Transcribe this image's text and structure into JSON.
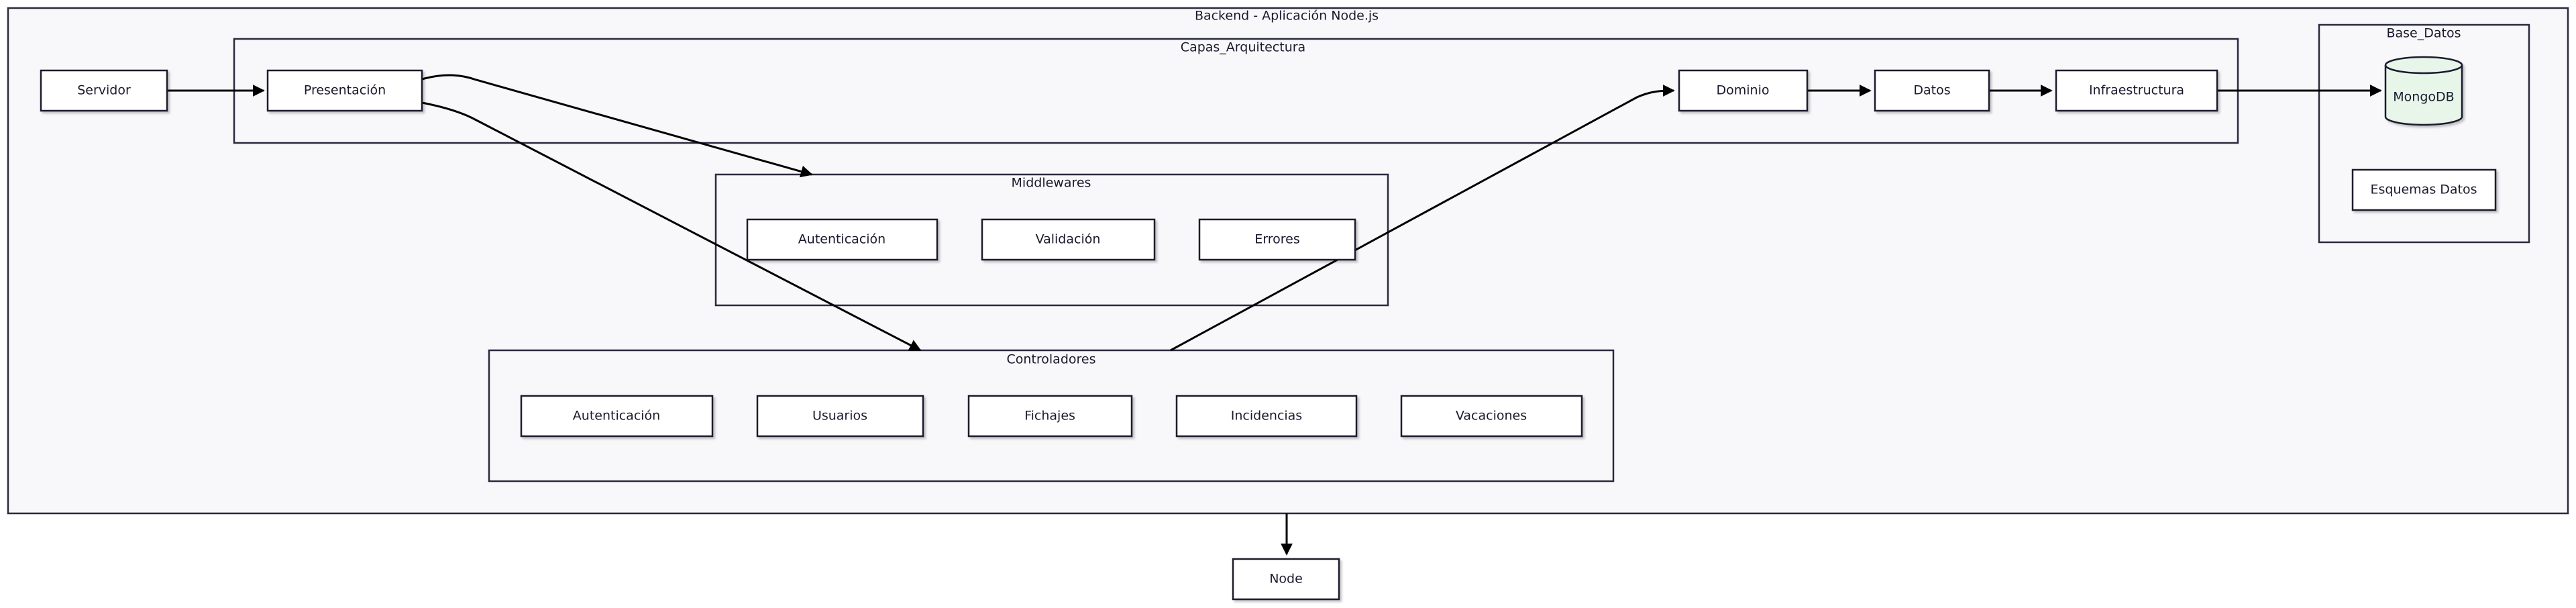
{
  "clusters": {
    "backend": {
      "title": "Backend - Aplicación Node.js"
    },
    "capas": {
      "title": "Capas_Arquitectura"
    },
    "middlewares": {
      "title": "Middlewares"
    },
    "controladores": {
      "title": "Controladores"
    },
    "base_datos": {
      "title": "Base_Datos"
    }
  },
  "nodes": {
    "servidor": "Servidor",
    "presentacion": "Presentación",
    "dominio": "Dominio",
    "datos": "Datos",
    "infraestructura": "Infraestructura",
    "mongodb": "MongoDB",
    "esquemas": "Esquemas Datos",
    "mw_autenticacion": "Autenticación",
    "mw_validacion": "Validación",
    "mw_errores": "Errores",
    "ctl_autenticacion": "Autenticación",
    "ctl_usuarios": "Usuarios",
    "ctl_fichajes": "Fichajes",
    "ctl_incidencias": "Incidencias",
    "ctl_vacaciones": "Vacaciones",
    "node": "Node"
  },
  "edges": [
    {
      "from": "Servidor",
      "to": "Presentación"
    },
    {
      "from": "Presentación",
      "to": "Middlewares"
    },
    {
      "from": "Presentación",
      "to": "Controladores"
    },
    {
      "from": "Controladores",
      "to": "Dominio"
    },
    {
      "from": "Dominio",
      "to": "Datos"
    },
    {
      "from": "Datos",
      "to": "Infraestructura"
    },
    {
      "from": "Infraestructura",
      "to": "MongoDB"
    },
    {
      "from": "Backend - Aplicación Node.js",
      "to": "Node"
    }
  ]
}
